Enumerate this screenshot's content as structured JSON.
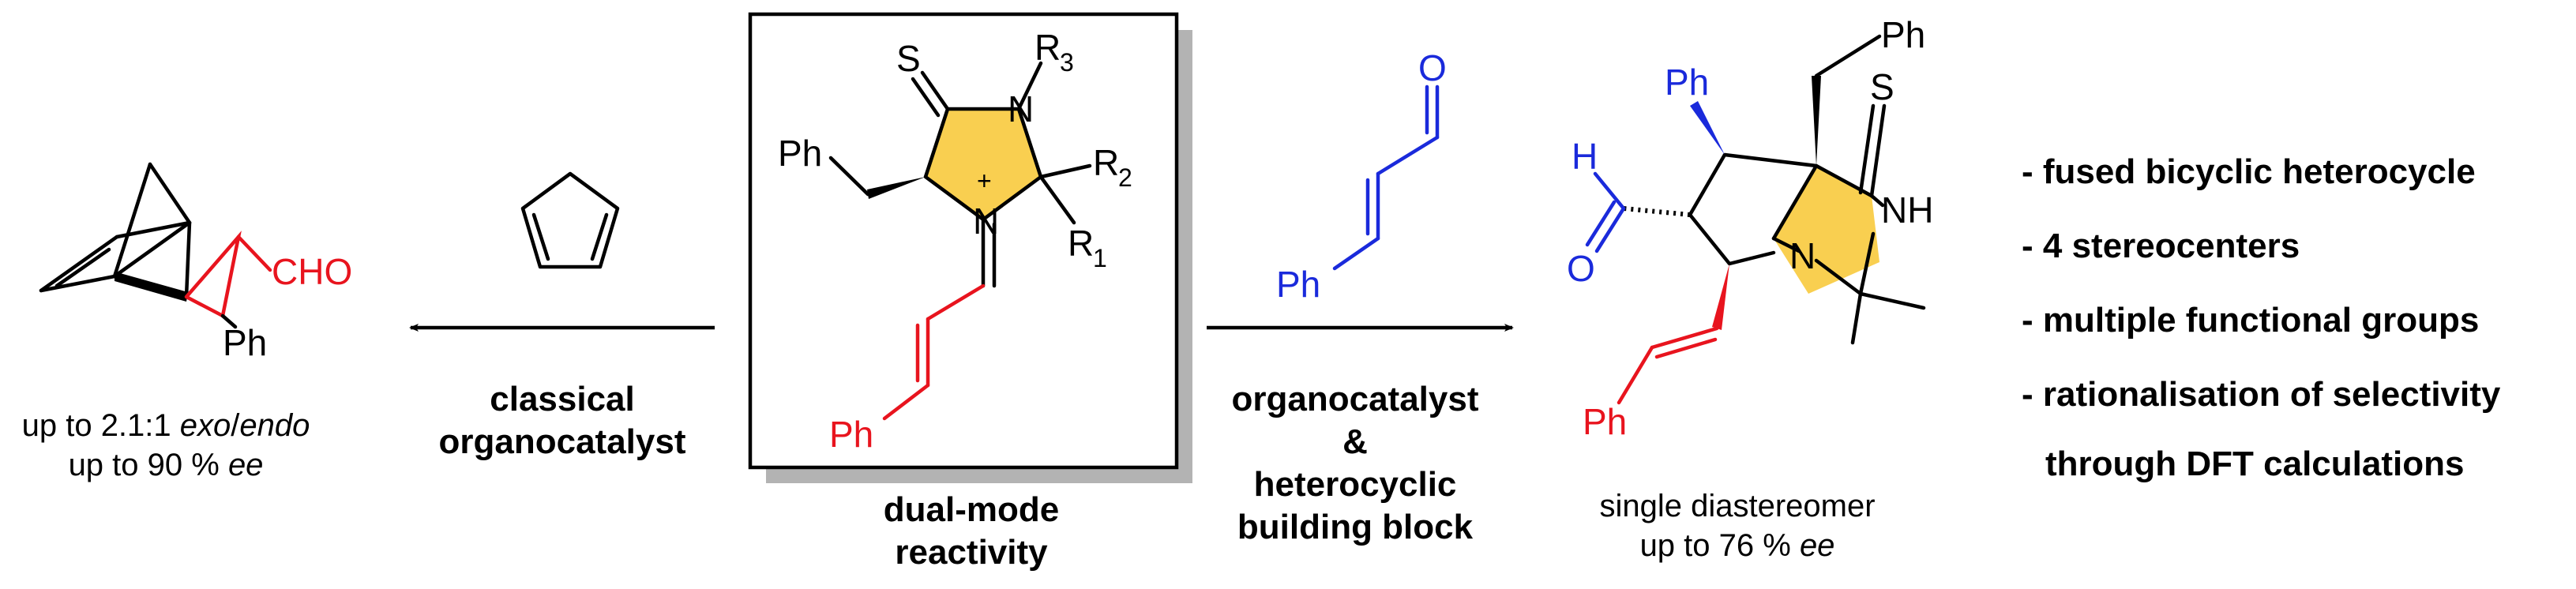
{
  "colors": {
    "red": "#e8141e",
    "blue": "#1a2adb",
    "ring_fill": "#f9cf50",
    "shadow": "#b3b3b3",
    "black": "#000000"
  },
  "catalyst": {
    "S": "S",
    "N_top": "N",
    "R3": "R",
    "R3_sub": "3",
    "Ph": "Ph",
    "R2": "R",
    "R2_sub": "2",
    "R1": "R",
    "R1_sub": "1",
    "N_plus": "N",
    "plus": "+",
    "Ph_red": "Ph",
    "caption_line1": "dual-mode",
    "caption_line2": "reactivity"
  },
  "left_product": {
    "CHO": "CHO",
    "Ph": "Ph",
    "ratio_prefix": "up to 2.1:1 ",
    "exo": "exo",
    "slash": "/",
    "endo": "endo",
    "ee_prefix": "up to 90 % ",
    "ee": "ee"
  },
  "left_arrow": {
    "label_line1": "classical",
    "label_line2": "organocatalyst"
  },
  "right_arrow": {
    "label_line1": "organocatalyst",
    "label_line2": "&",
    "label_line3": "heterocyclic",
    "label_line4": "building block"
  },
  "aldehyde": {
    "O": "O",
    "Ph": "Ph"
  },
  "right_product": {
    "Ph_top": "Ph",
    "S": "S",
    "Ph_blue": "Ph",
    "H": "H",
    "O": "O",
    "NH": "NH",
    "N": "N",
    "Ph_red": "Ph",
    "caption_line1": "single diastereomer",
    "ee_prefix": "up to 76 % ",
    "ee": "ee"
  },
  "highlights": [
    "- fused bicyclic heterocycle",
    "- 4 stereocenters",
    "- multiple functional groups",
    "- rationalisation of selectivity",
    "through DFT calculations"
  ]
}
